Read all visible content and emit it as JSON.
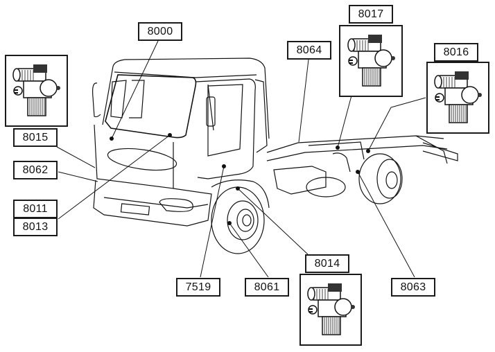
{
  "diagram": {
    "subject": "Truck cab and chassis with component location callouts",
    "labels": [
      {
        "id": "8000",
        "text": "8000"
      },
      {
        "id": "8015",
        "text": "8015"
      },
      {
        "id": "8062",
        "text": "8062"
      },
      {
        "id": "8011",
        "text": "8011"
      },
      {
        "id": "8013",
        "text": "8013"
      },
      {
        "id": "8064",
        "text": "8064"
      },
      {
        "id": "8017",
        "text": "8017"
      },
      {
        "id": "8016",
        "text": "8016"
      },
      {
        "id": "8014",
        "text": "8014"
      },
      {
        "id": "7519",
        "text": "7519"
      },
      {
        "id": "8061",
        "text": "8061"
      },
      {
        "id": "8063",
        "text": "8063"
      }
    ],
    "component_thumbnails": [
      {
        "for": "8015",
        "icon": "valve-icon"
      },
      {
        "for": "8017",
        "icon": "valve-icon"
      },
      {
        "for": "8016",
        "icon": "valve-icon"
      },
      {
        "for": "8014",
        "icon": "valve-icon"
      }
    ]
  }
}
